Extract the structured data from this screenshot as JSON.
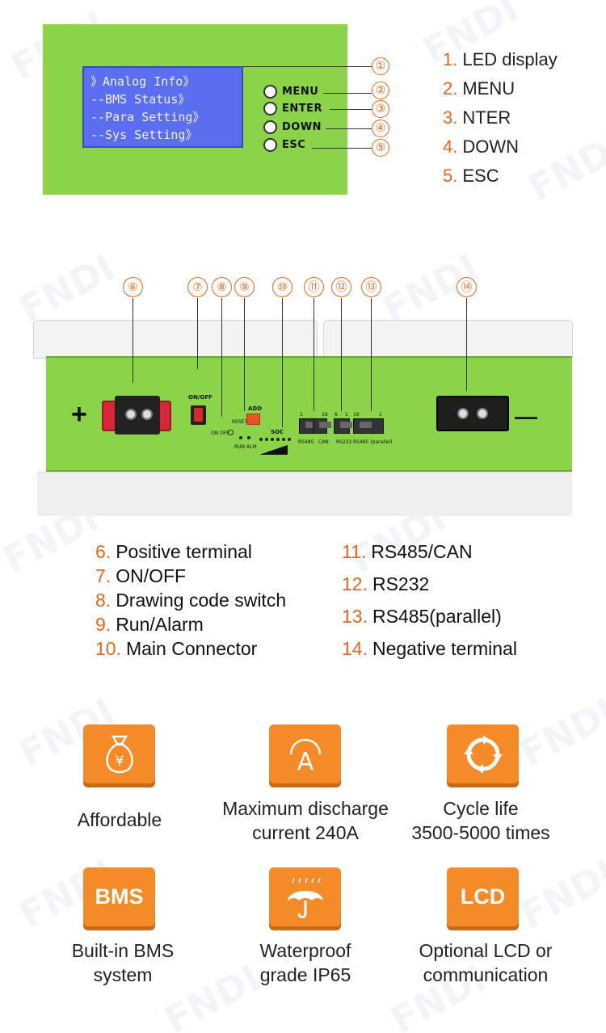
{
  "lcd": {
    "lines": [
      "》Analog Info》",
      "--BMS Status》",
      "--Para Setting》",
      "--Sys Setting》"
    ]
  },
  "buttons": [
    "MENU",
    "ENTER",
    "DOWN",
    "ESC"
  ],
  "callouts_top": [
    "①",
    "②",
    "③",
    "④",
    "⑤"
  ],
  "legend_top": [
    {
      "num": "1.",
      "label": "LED display"
    },
    {
      "num": "2.",
      "label": "MENU"
    },
    {
      "num": "3.",
      "label": "NTER"
    },
    {
      "num": "4.",
      "label": "DOWN"
    },
    {
      "num": "5.",
      "label": "ESC"
    }
  ],
  "battery": {
    "callouts": [
      "⑥",
      "⑦",
      "⑧",
      "⑨",
      "⑩",
      "⑪",
      "⑫",
      "⑬",
      "⑭"
    ],
    "plus": "+",
    "minus": "—",
    "labels": {
      "on_off": "ON/OFF",
      "on_off_small": "ON OFF",
      "reset": "RESET",
      "add": "ADD",
      "run": "RUN",
      "alm": "ALM",
      "soc": "SOC",
      "rs485": "RS485",
      "can": "CAN",
      "rs232": "RS232",
      "rs485_parallel": "RS485 (parallel)",
      "p1": "1",
      "p16": "16",
      "p6": "6",
      "p1b": "1",
      "p16b": "16",
      "p1c": "1"
    }
  },
  "legend_mid_left": [
    {
      "num": "6.",
      "label": "Positive terminal"
    },
    {
      "num": "7.",
      "label": "ON/OFF"
    },
    {
      "num": "8.",
      "label": "Drawing code switch"
    },
    {
      "num": "9.",
      "label": "Run/Alarm"
    },
    {
      "num": "10.",
      "label": "Main Connector"
    }
  ],
  "legend_mid_right": [
    {
      "num": "11.",
      "label": "RS485/CAN"
    },
    {
      "num": "12.",
      "label": "RS232"
    },
    {
      "num": "13.",
      "label": "RS485(parallel)"
    },
    {
      "num": "14.",
      "label": "Negative terminal"
    }
  ],
  "features": [
    {
      "icon": "money-bag-icon",
      "line1": "Affordable",
      "line2": ""
    },
    {
      "icon": "current-a-icon",
      "line1": "Maximum discharge",
      "line2": "current 240A"
    },
    {
      "icon": "cycle-arrows-icon",
      "line1": "Cycle life",
      "line2": "3500-5000 times"
    },
    {
      "icon": "bms-icon",
      "word": "BMS",
      "line1": "Built-in BMS",
      "line2": "system"
    },
    {
      "icon": "umbrella-icon",
      "line1": "Waterproof",
      "line2": "grade IP65"
    },
    {
      "icon": "lcd-icon",
      "word": "LCD",
      "line1": "Optional LCD or",
      "line2": "communication"
    }
  ],
  "colors": {
    "accent": "#e8661c",
    "panel_green": "#8bd44a",
    "lcd_blue": "#5b6ef0",
    "feature_orange": "#f48a28"
  }
}
